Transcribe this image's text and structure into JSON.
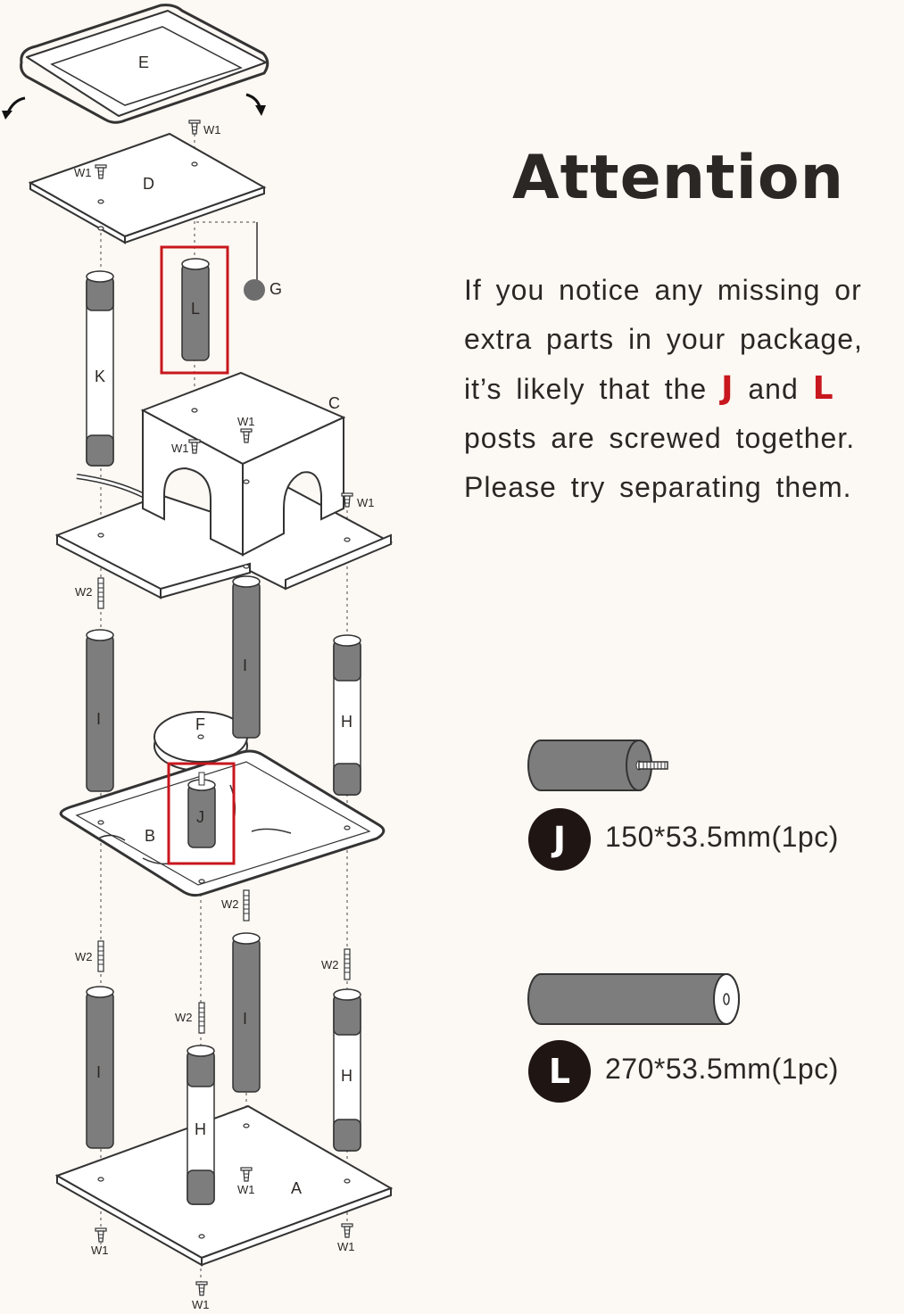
{
  "attention": {
    "title": "Attention",
    "line1": "If you notice any missing or",
    "line2": "extra parts in your package,",
    "line3_pre": "it’s likely that the",
    "line3_j": "J",
    "line3_mid": "and",
    "line3_l": "L",
    "line4": "posts are screwed together.",
    "line5": "Please try separating them."
  },
  "parts": [
    {
      "letter": "J",
      "spec": "150*53.5mm(1pc)"
    },
    {
      "letter": "L",
      "spec": "270*53.5mm(1pc)"
    }
  ],
  "diagram": {
    "labels": {
      "A": "A",
      "B": "B",
      "C": "C",
      "D": "D",
      "E": "E",
      "F": "F",
      "G": "G",
      "H": "H",
      "I": "I",
      "J": "J",
      "K": "K",
      "L": "L"
    },
    "screws": {
      "w1": "W1",
      "w2": "W2"
    }
  },
  "colors": {
    "highlight": "#c8171e",
    "post_gray": "#7d7d7d",
    "badge": "#1f1513",
    "background": "#fcf8f3"
  }
}
